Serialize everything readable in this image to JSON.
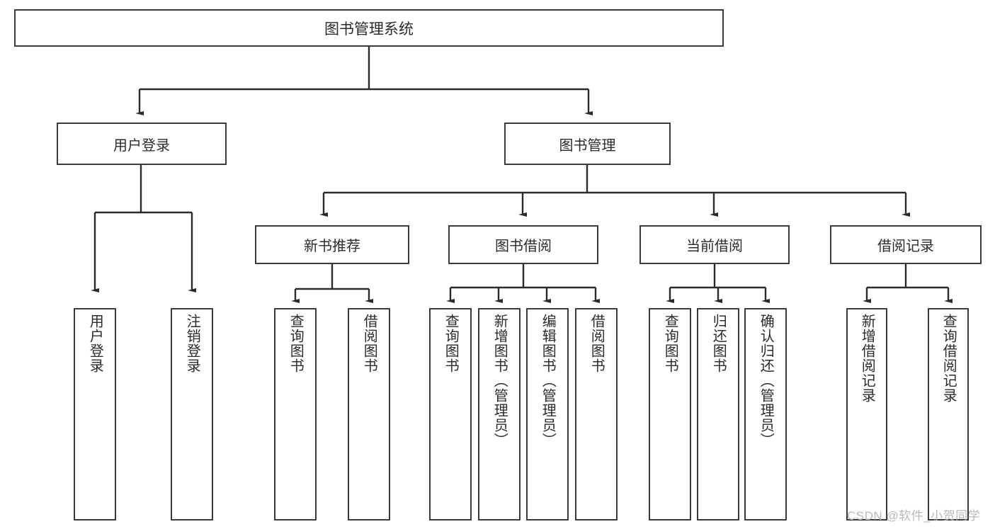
{
  "diagram": {
    "title": "图书管理系统",
    "type": "tree-hierarchy-diagram",
    "root": {
      "label": "图书管理系统"
    },
    "level2": [
      {
        "label": "用户登录"
      },
      {
        "label": "图书管理"
      }
    ],
    "level3": [
      {
        "label": "新书推荐"
      },
      {
        "label": "图书借阅"
      },
      {
        "label": "当前借阅"
      },
      {
        "label": "借阅记录"
      }
    ],
    "leaves": {
      "user_login": [
        {
          "label": "用户登录"
        },
        {
          "label": "注销登录"
        }
      ],
      "new_book_recommend": [
        {
          "label": "查询图书"
        },
        {
          "label": "借阅图书"
        }
      ],
      "book_borrow": [
        {
          "label": "查询图书"
        },
        {
          "label": "新增图书（管理员）"
        },
        {
          "label": "编辑图书（管理员）"
        },
        {
          "label": "借阅图书"
        }
      ],
      "current_borrow": [
        {
          "label": "查询图书"
        },
        {
          "label": "归还图书"
        },
        {
          "label": "确认归还（管理员）"
        }
      ],
      "borrow_record": [
        {
          "label": "新增借阅记录"
        },
        {
          "label": "查询借阅记录"
        }
      ]
    }
  },
  "watermark": {
    "text": "CSDN @软件_小贺同学"
  },
  "colors": {
    "border": "#3a3a3a",
    "text": "#2b2b2b",
    "background": "#ffffff",
    "watermark": "#b9b9b9"
  }
}
